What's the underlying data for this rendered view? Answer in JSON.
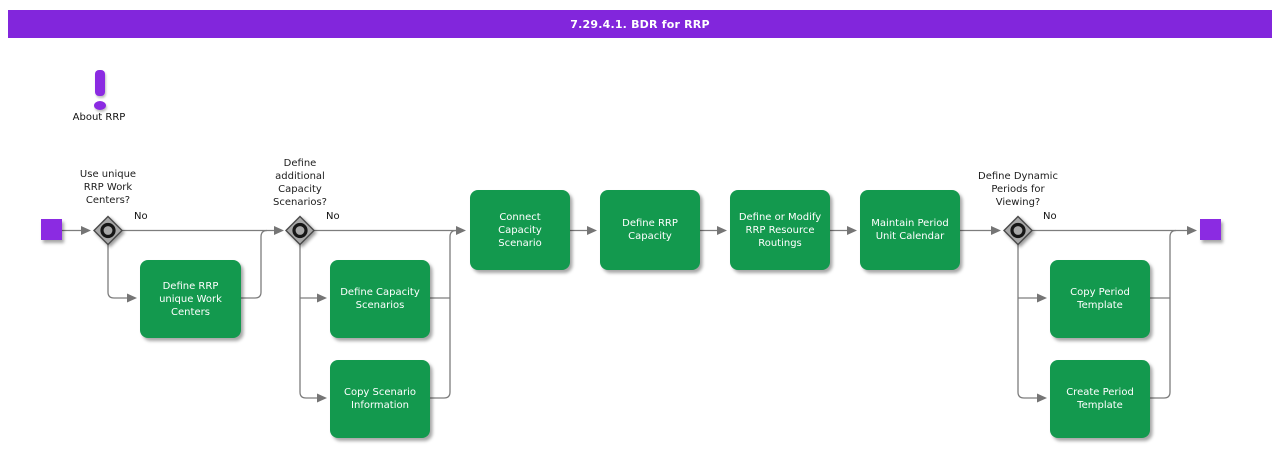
{
  "window": {
    "title": "7.29.4.1. BDR for RRP"
  },
  "about": {
    "label": "About RRP"
  },
  "colors": {
    "title_bg": "#8226dc",
    "node_purple": "#8b2be2",
    "activity_green": "#13994e",
    "connector_gray": "#7d7d7d"
  },
  "flow": {
    "decisions": [
      {
        "id": "use-unique-rrp-work-centers",
        "question": "Use unique\nRRP Work\nCenters?",
        "branch_label": "No"
      },
      {
        "id": "define-additional-capacity-scenarios",
        "question": "Define\nadditional\nCapacity\nScenarios?",
        "branch_label": "No"
      },
      {
        "id": "define-dynamic-periods-for-viewing",
        "question": "Define Dynamic\nPeriods for\nViewing?",
        "branch_label": "No"
      }
    ],
    "activities": [
      {
        "id": "define-rrp-unique-work-centers",
        "label": "Define RRP\nunique Work\nCenters"
      },
      {
        "id": "define-capacity-scenarios",
        "label": "Define Capacity\nScenarios"
      },
      {
        "id": "copy-scenario-information",
        "label": "Copy Scenario\nInformation"
      },
      {
        "id": "connect-capacity-scenario",
        "label": "Connect\nCapacity\nScenario"
      },
      {
        "id": "define-rrp-capacity",
        "label": "Define RRP\nCapacity"
      },
      {
        "id": "define-or-modify-rrp-resource-routings",
        "label": "Define or Modify\nRRP Resource\nRoutings"
      },
      {
        "id": "maintain-period-unit-calendar",
        "label": "Maintain Period\nUnit Calendar"
      },
      {
        "id": "copy-period-template",
        "label": "Copy Period\nTemplate"
      },
      {
        "id": "create-period-template",
        "label": "Create Period\nTemplate"
      }
    ]
  }
}
